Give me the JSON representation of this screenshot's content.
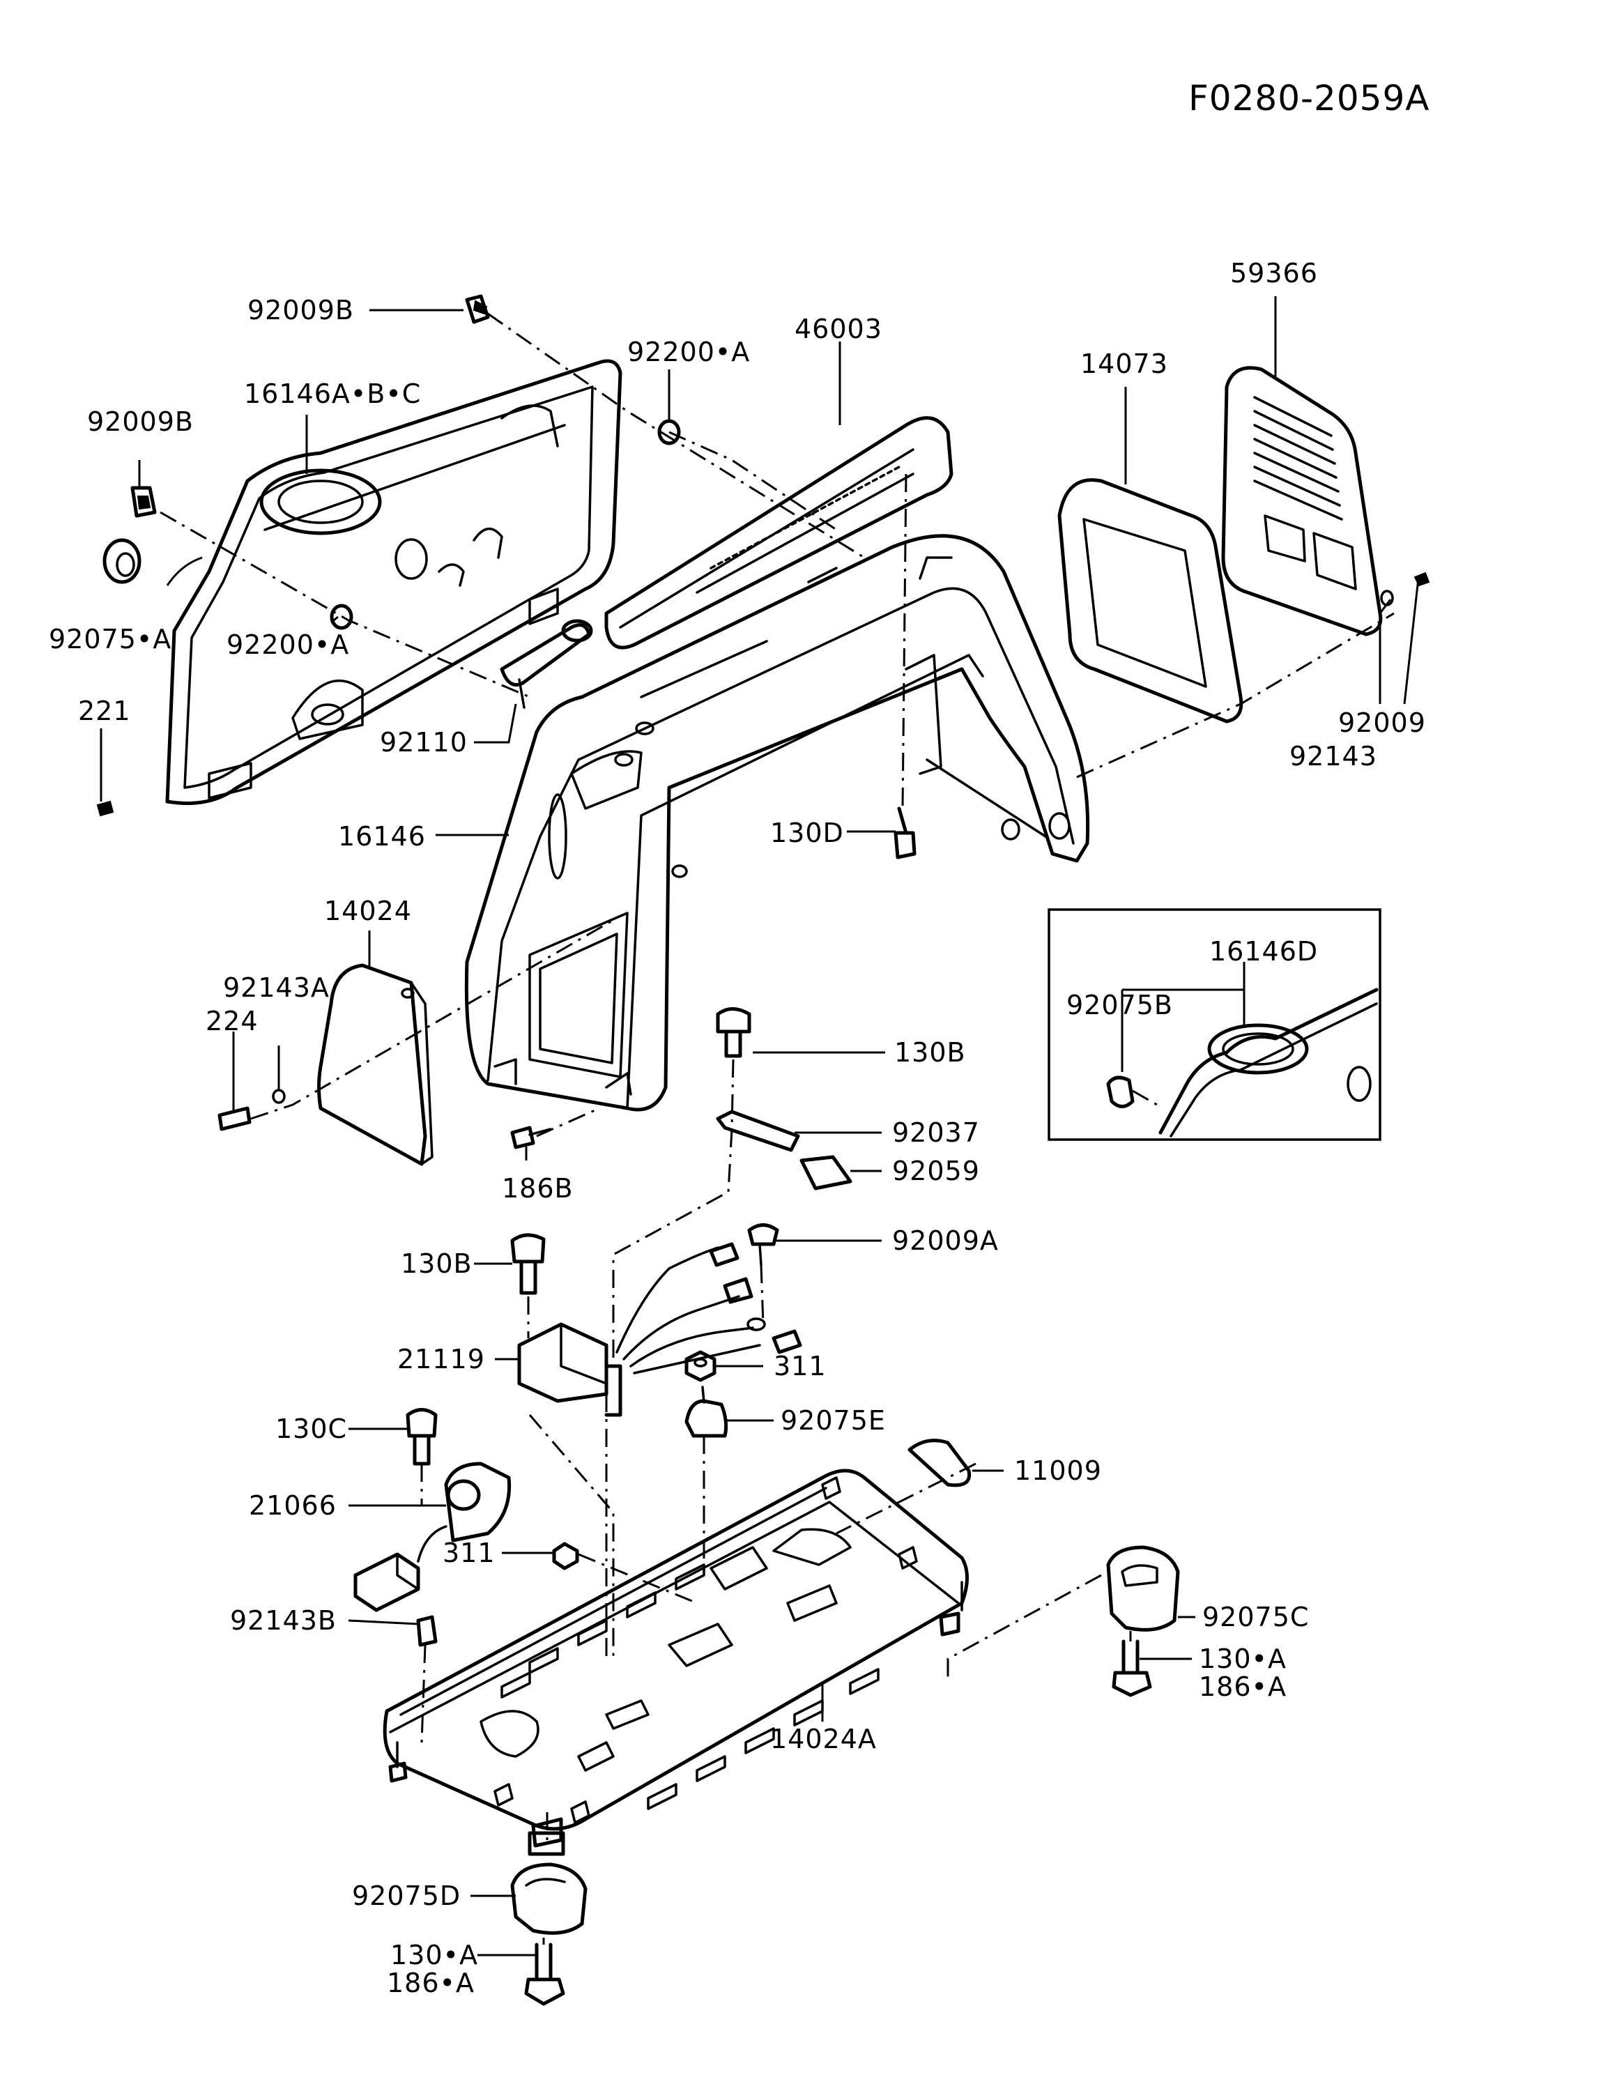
{
  "document_code": "F0280-2059A",
  "callouts": {
    "c92009B_top": "92009B",
    "c16146ABC": "16146A•B•C",
    "c92009B_left": "92009B",
    "c92075A": "92075•A",
    "c92200A_top": "92200•A",
    "c92200A_mid": "92200•A",
    "c221": "221",
    "c92110": "92110",
    "c46003": "46003",
    "c14073": "14073",
    "c59366": "59366",
    "c92009": "92009",
    "c92143": "92143",
    "c130D": "130D",
    "c16146": "16146",
    "c14024": "14024",
    "c92143A": "92143A",
    "c224": "224",
    "c186B": "186B",
    "c130B_top": "130B",
    "c92037": "92037",
    "c92059": "92059",
    "c130B_mid": "130B",
    "c92009A": "92009A",
    "c21119": "21119",
    "c311_right": "311",
    "c92075E": "92075E",
    "c130C": "130C",
    "c11009": "11009",
    "c21066": "21066",
    "c311_left": "311",
    "c92143B": "92143B",
    "c92075C": "92075C",
    "c130A_right": "130•A",
    "c186A_right": "186•A",
    "c14024A": "14024A",
    "c92075D": "92075D",
    "c130A_bottom": "130•A",
    "c186A_bottom": "186•A"
  },
  "inset": {
    "c16146D": "16146D",
    "c92075B": "92075B"
  }
}
